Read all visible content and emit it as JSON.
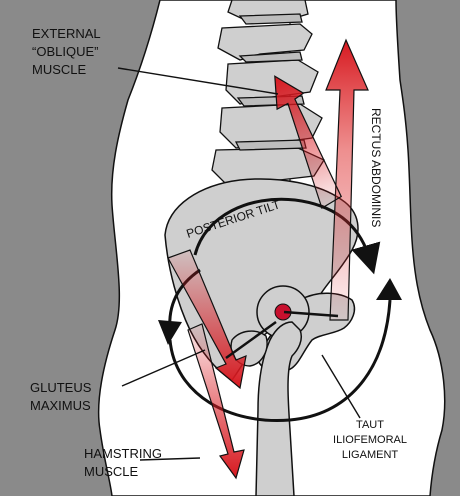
{
  "labels": {
    "external_oblique": [
      "EXTERNAL",
      "“OBLIQUE”",
      "MUSCLE"
    ],
    "rectus_abdominis": "RECTUS ABDOMINIS",
    "posterior_tilt": "POSTERIOR TILT",
    "gluteus_maximus": [
      "GLUTEUS",
      "MAXIMUS"
    ],
    "hamstring_muscle": [
      "HAMSTRING",
      "MUSCLE"
    ],
    "taut_iliofemoral_ligament": [
      "TAUT",
      "ILIOFEMORAL",
      "LIGAMENT"
    ]
  },
  "colors": {
    "background_gray": "#8a8a8a",
    "body_white": "#ffffff",
    "bone_gray": "#cfcfcf",
    "outline": "#111111",
    "muscle_red": "#d71920",
    "hip_joint": "#c8102e"
  }
}
